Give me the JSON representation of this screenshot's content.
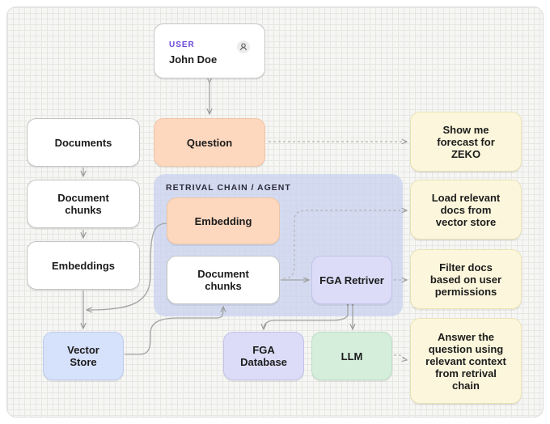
{
  "user": {
    "kicker": "USER",
    "name": "John Doe",
    "icon": "user-icon"
  },
  "region": {
    "title": "RETRIVAL CHAIN / AGENT"
  },
  "nodes": {
    "question": "Question",
    "documents": "Documents",
    "document_chunks_left": "Document chunks",
    "embeddings": "Embeddings",
    "vector_store": "Vector Store",
    "embedding": "Embedding",
    "document_chunks_center": "Document chunks",
    "fga_retriver": "FGA Retriver",
    "fga_database": "FGA Database",
    "llm": "LLM"
  },
  "notes": {
    "step1": "Show me forecast for ZEKO",
    "step2": "Load relevant docs from vector store",
    "step3": "Filter docs based on user permissions",
    "step4": "Answer the question using relevant context from retrival chain"
  },
  "colors": {
    "accent_purple": "#6b47d6",
    "question": "#fdd7be",
    "fga": "#dcdcf8",
    "vector_store": "#d6e1fb",
    "llm": "#d5eedc",
    "note": "#fcf7dc",
    "region": "#c8d2f0"
  }
}
